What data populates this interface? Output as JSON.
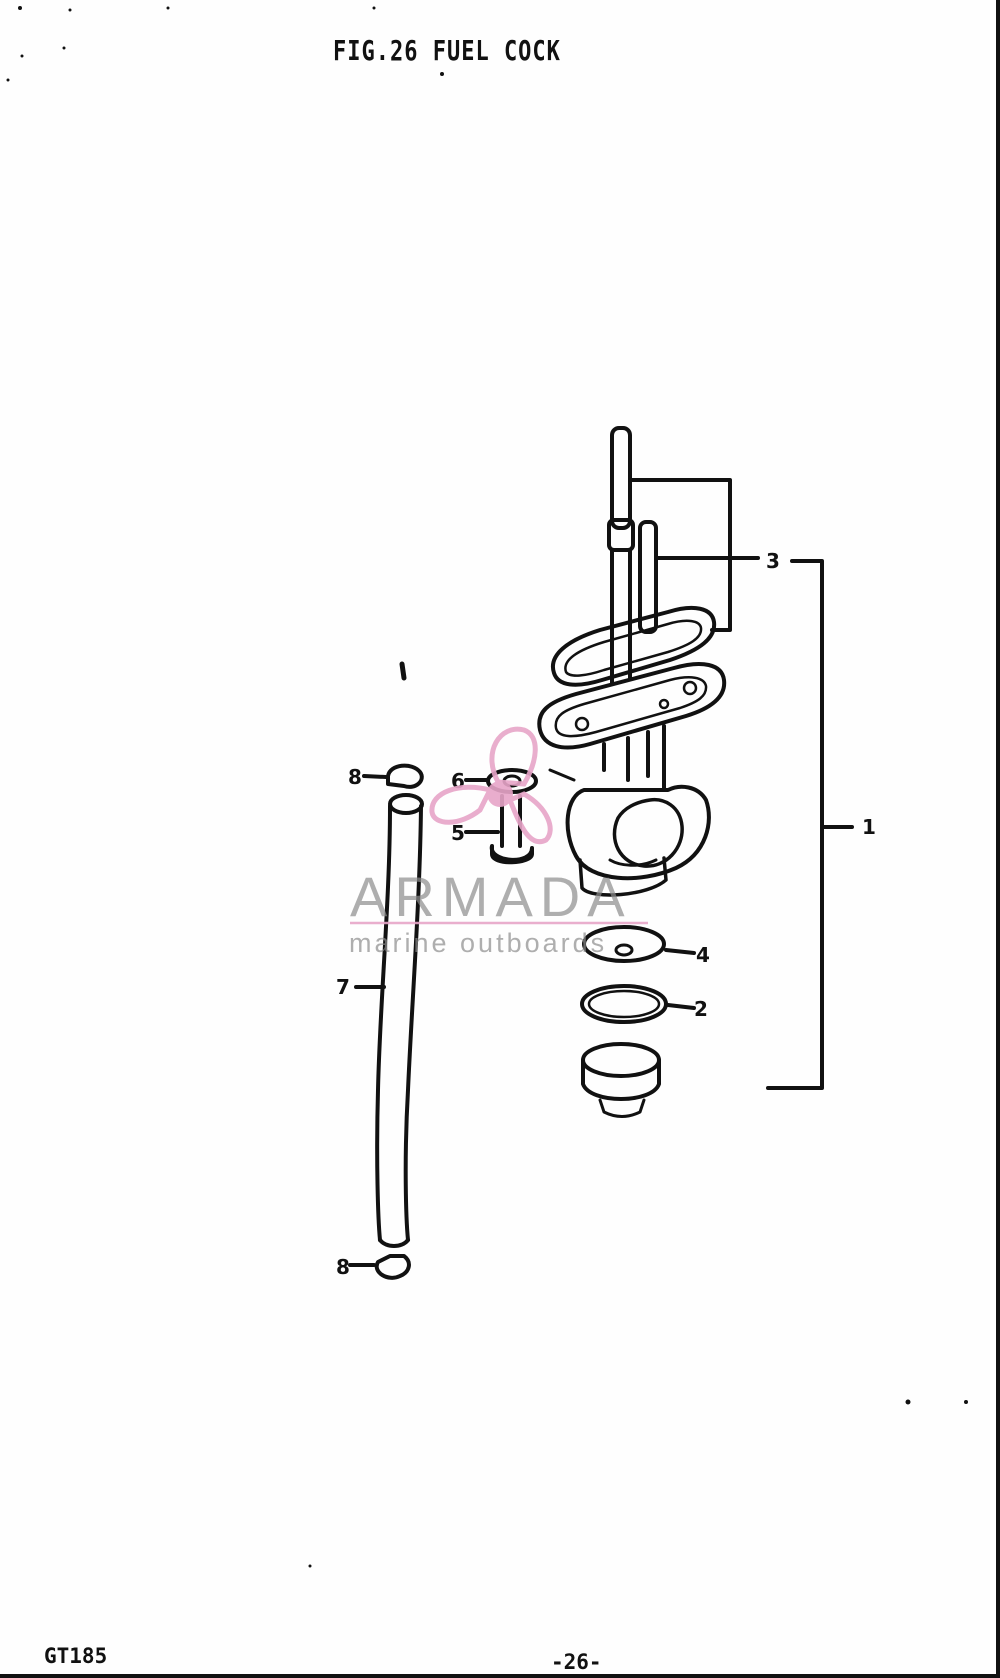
{
  "figure": {
    "title": "FIG.26  FUEL COCK"
  },
  "callouts": [
    "1",
    "2",
    "3",
    "4",
    "5",
    "6",
    "7",
    "8",
    "8"
  ],
  "watermark": {
    "brand": "ARMADA",
    "tagline": "marine outboards",
    "color": "#e7a5c8"
  },
  "footer": {
    "model": "GT185",
    "page_number": "-26-"
  },
  "colors": {
    "ink": "#111111",
    "paper": "#fefefe"
  }
}
